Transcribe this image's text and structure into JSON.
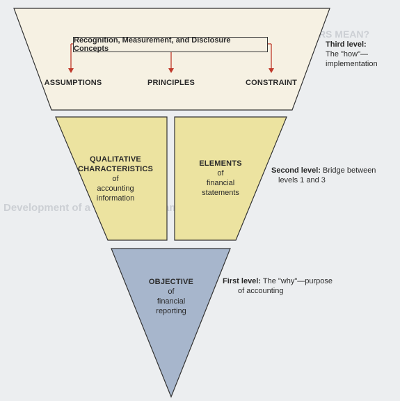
{
  "concepts_box": "Recognition, Measurement, and Disclosure Concepts",
  "top_level": {
    "assumptions": "ASSUMPTIONS",
    "principles": "PRINCIPLES",
    "constraint": "CONSTRAINT"
  },
  "middle_level": {
    "qualitative_title_1": "QUALITATIVE",
    "qualitative_title_2": "CHARACTERISTICS",
    "qualitative_sub_1": "of",
    "qualitative_sub_2": "accounting",
    "qualitative_sub_3": "information",
    "elements_title": "ELEMENTS",
    "elements_sub_1": "of",
    "elements_sub_2": "financial",
    "elements_sub_3": "statements"
  },
  "bottom_level": {
    "objective_title": "OBJECTIVE",
    "objective_sub_1": "of",
    "objective_sub_2": "financial",
    "objective_sub_3": "reporting"
  },
  "annotations": {
    "third_level_bold": "Third level:",
    "third_level_rest": "The \"how\"—",
    "third_level_2": "implementation",
    "second_level_bold": "Second level:",
    "second_level_rest": "Bridge between",
    "second_level_2": "levels 1 and 3",
    "first_level_bold": "First level:",
    "first_level_rest": "The \"why\"—purpose",
    "first_level_2": "of accounting"
  },
  "background_text": {
    "heading_1": "WHAT DO THE NUMBERS MEAN?",
    "heading_2": "Development of a Conceptual Framework"
  },
  "colors": {
    "top_fill": "#f6f1e3",
    "middle_fill": "#ece3a0",
    "bottom_fill": "#a7b6cc",
    "arrow": "#c0392b",
    "outline": "#333333"
  }
}
